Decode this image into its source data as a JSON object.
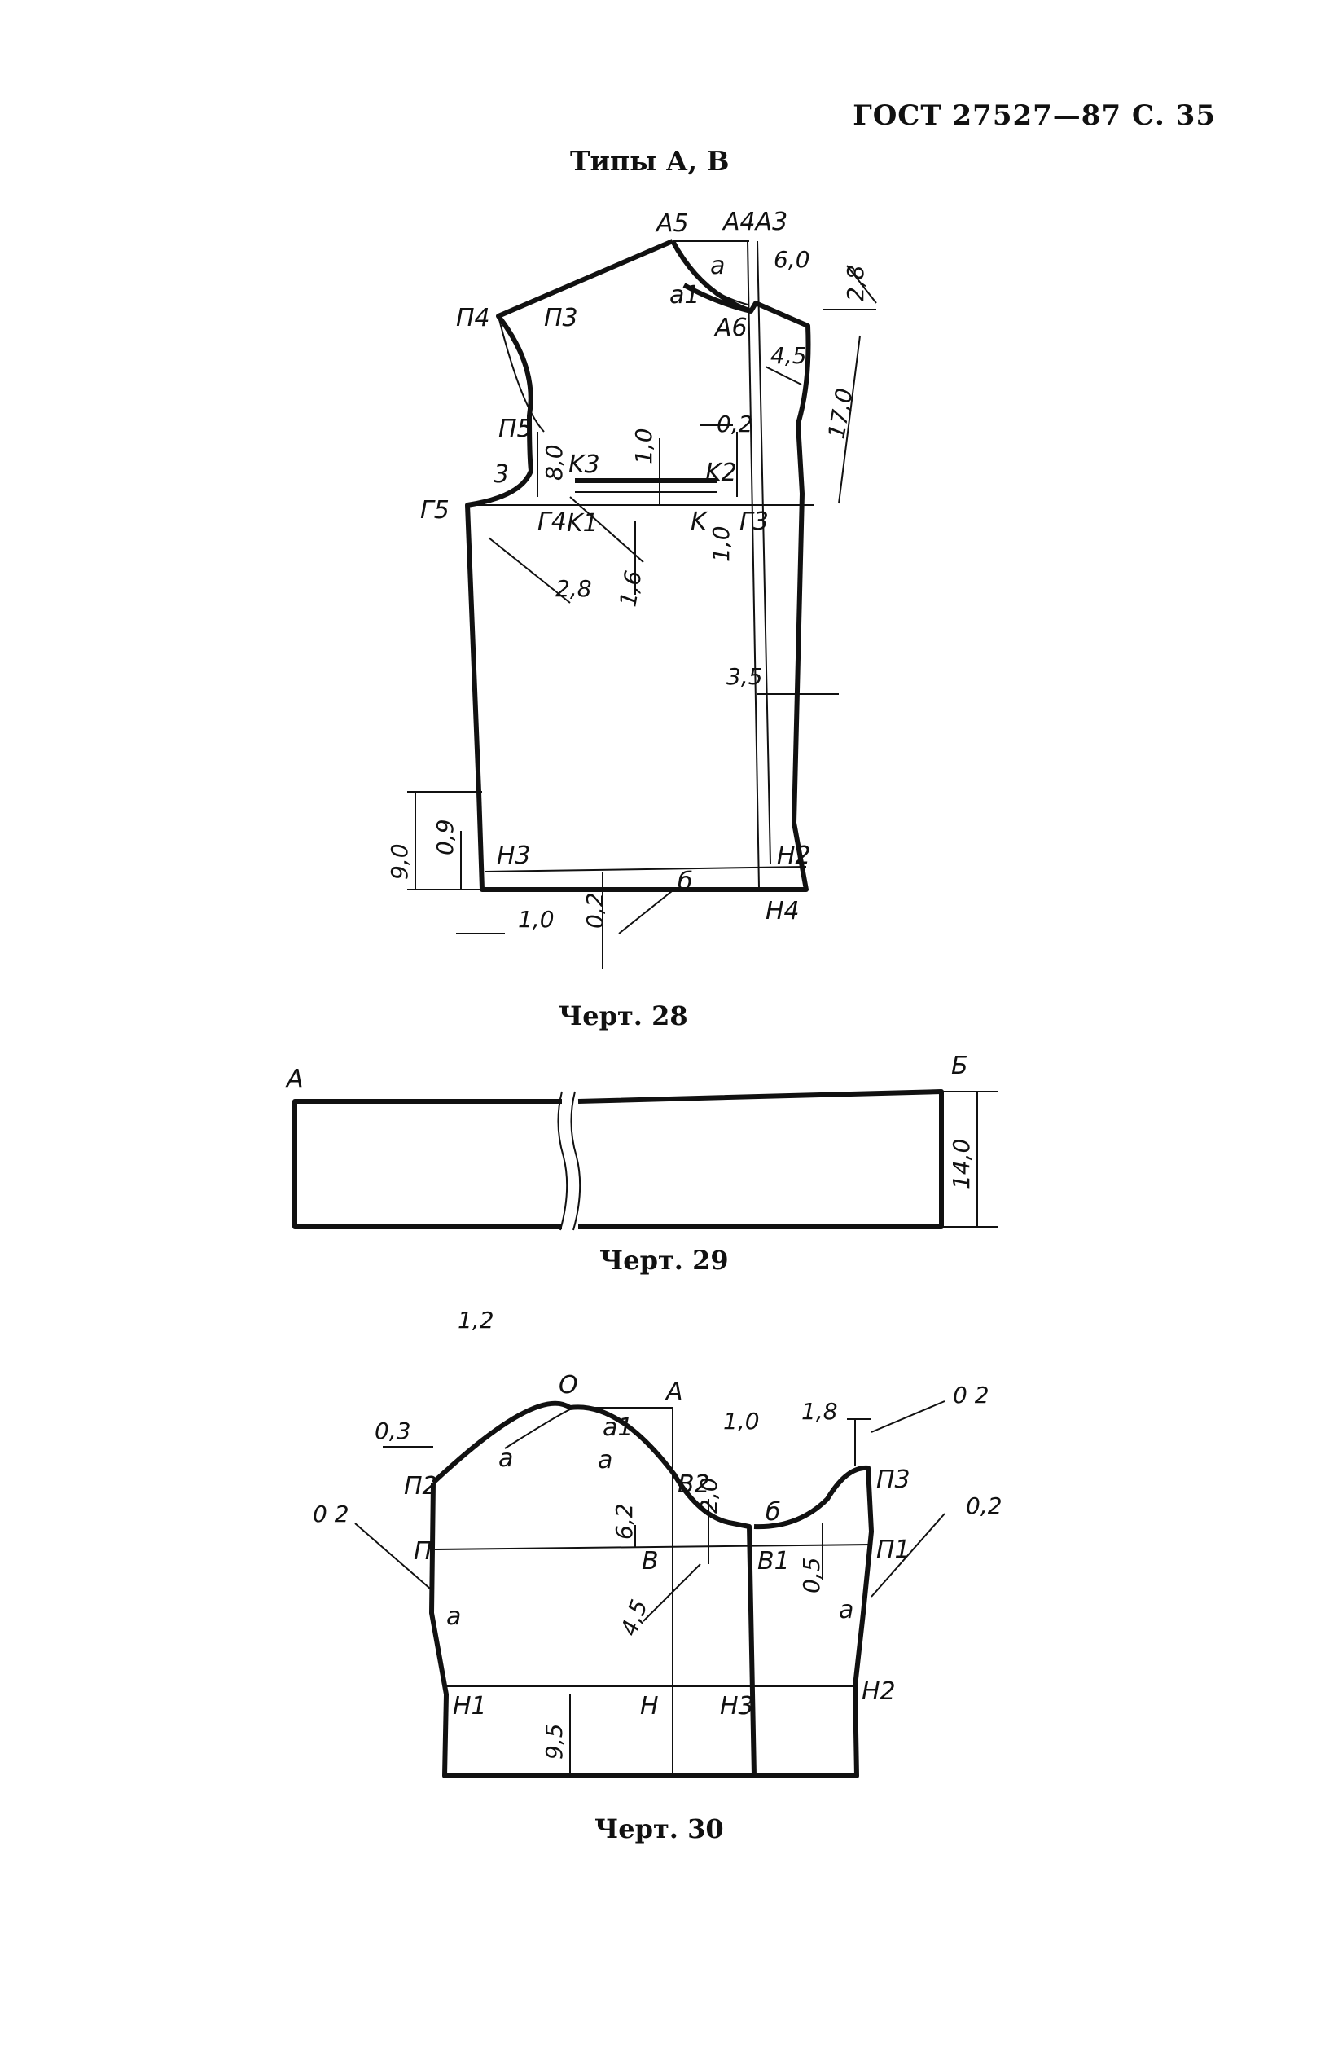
{
  "header": {
    "standard": "ГОСТ 27527—87 С. 35",
    "types": "Типы А, В"
  },
  "captions": {
    "fig28": "Черт. 28",
    "fig29": "Черт. 29",
    "fig30": "Черт. 30"
  },
  "fig28": {
    "points": {
      "A5": "A5",
      "A4A3": "A4A3",
      "a": "a",
      "a1": "a1",
      "A6": "A6",
      "P4": "П4",
      "P3": "П3",
      "P5": "П5",
      "z": "3",
      "G5": "Г5",
      "G4": "Г4",
      "K1": "K1",
      "K3": "K3",
      "K2": "K2",
      "K": "K",
      "G3": "Г3",
      "H3": "H3",
      "H2": "H2",
      "H4": "H4",
      "b": "б"
    },
    "dims": {
      "d60": "6,0",
      "d28a": "2,8",
      "d45": "4,5",
      "d170": "17,0",
      "d80": "8,0",
      "d10a": "1,0",
      "d02": "0,2",
      "d10b": "1,0",
      "d16": "1,6",
      "d28b": "2,8",
      "d35": "3,5",
      "d90": "9,0",
      "d09": "0,9",
      "d10c": "1,0",
      "d02b": "0,2"
    }
  },
  "fig29": {
    "left": "A",
    "right": "Б",
    "height": "14,0"
  },
  "fig30": {
    "points": {
      "O": "O",
      "A": "A",
      "a1": "a1",
      "a_l": "a",
      "a_r": "a",
      "P2": "П2",
      "V2": "B2",
      "V": "B",
      "V1": "B1",
      "b": "б",
      "P3": "П3",
      "P": "П",
      "P1": "П1",
      "a_side_l": "a",
      "a_side_r": "a",
      "H1": "H1",
      "H": "H",
      "H3": "H3",
      "H2": "H2"
    },
    "dims": {
      "d12": "1,2",
      "d03": "0,3",
      "d02a": "0 2",
      "d62": "6,2",
      "d20": "2,0",
      "d10": "1,0",
      "d18": "1,8",
      "d02b": "0 2",
      "d02c": "0,2",
      "d05": "0,5",
      "d45": "4,5",
      "d95": "9,5"
    }
  }
}
